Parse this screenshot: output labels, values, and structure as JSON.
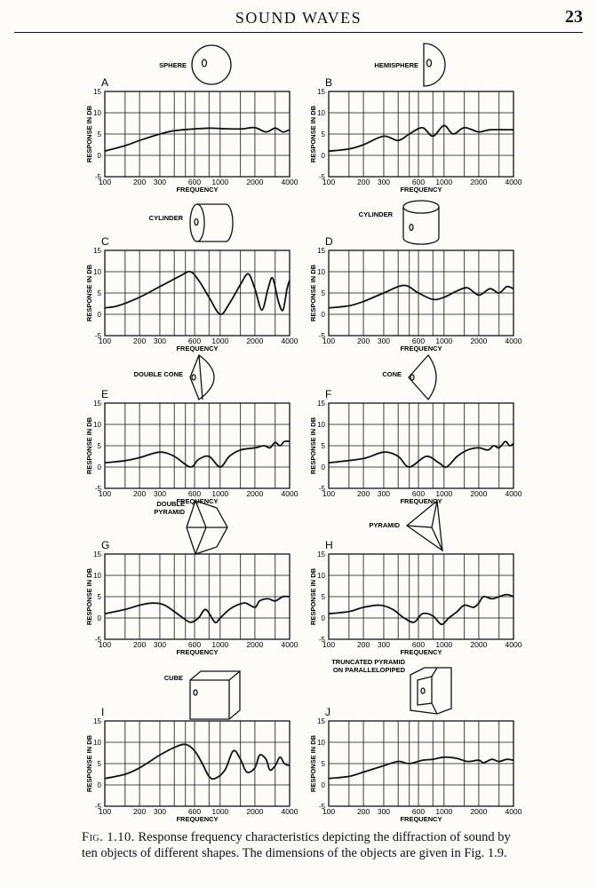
{
  "page": {
    "running_title": "SOUND WAVES",
    "page_number": "23"
  },
  "caption": {
    "label": "Fig. 1.10.",
    "text": "Response frequency characteristics depicting the diffraction of sound by ten objects of different shapes. The dimensions of the objects are given in Fig. 1.9."
  },
  "chart_data": [
    {
      "type": "line",
      "panel": "A",
      "object_label": "SPHERE",
      "shape": "sphere",
      "xlabel": "FREQUENCY",
      "ylabel": "RESPONSE IN DB",
      "x_scale": "log",
      "x_ticks": [
        "100",
        "200",
        "300",
        "600",
        "1000",
        "2000",
        "4000"
      ],
      "y_ticks": [
        "15",
        "10",
        "5",
        "0",
        "-5"
      ],
      "ylim": [
        -5,
        15
      ],
      "xlim": [
        100,
        4000
      ],
      "series": [
        {
          "values": [
            [
              100,
              1
            ],
            [
              150,
              2.3
            ],
            [
              200,
              3.5
            ],
            [
              300,
              5
            ],
            [
              400,
              5.8
            ],
            [
              600,
              6.2
            ],
            [
              800,
              6.4
            ],
            [
              1000,
              6.3
            ],
            [
              1500,
              6.2
            ],
            [
              2000,
              6.5
            ],
            [
              2500,
              5.5
            ],
            [
              3000,
              6.4
            ],
            [
              3500,
              5.5
            ],
            [
              4000,
              6
            ]
          ]
        }
      ]
    },
    {
      "type": "line",
      "panel": "B",
      "object_label": "HEMISPHERE",
      "shape": "hemisphere",
      "xlabel": "FREQUENCY",
      "ylabel": "RESPONSE IN DB",
      "x_scale": "log",
      "x_ticks": [
        "100",
        "200",
        "300",
        "600",
        "1000",
        "2000",
        "4000"
      ],
      "y_ticks": [
        "15",
        "10",
        "5",
        "0",
        "-5"
      ],
      "ylim": [
        -5,
        15
      ],
      "xlim": [
        100,
        4000
      ],
      "series": [
        {
          "values": [
            [
              100,
              1
            ],
            [
              150,
              1.5
            ],
            [
              200,
              2.5
            ],
            [
              300,
              4.5
            ],
            [
              400,
              3.5
            ],
            [
              500,
              5
            ],
            [
              650,
              6.5
            ],
            [
              800,
              4.5
            ],
            [
              1000,
              7
            ],
            [
              1200,
              5
            ],
            [
              1500,
              6.5
            ],
            [
              2000,
              5.5
            ],
            [
              2500,
              6
            ],
            [
              4000,
              6
            ]
          ]
        }
      ]
    },
    {
      "type": "line",
      "panel": "C",
      "object_label": "CYLINDER",
      "shape": "cylinder-side",
      "xlabel": "FREQUENCY",
      "ylabel": "RESPONSE IN DB",
      "x_scale": "log",
      "x_ticks": [
        "100",
        "200",
        "300",
        "600",
        "1000",
        "2000",
        "4000"
      ],
      "y_ticks": [
        "15",
        "10",
        "5",
        "0",
        "-5"
      ],
      "ylim": [
        -5,
        15
      ],
      "xlim": [
        100,
        4000
      ],
      "series": [
        {
          "values": [
            [
              100,
              1.5
            ],
            [
              130,
              2
            ],
            [
              200,
              4
            ],
            [
              300,
              6.5
            ],
            [
              450,
              9
            ],
            [
              550,
              10
            ],
            [
              650,
              8
            ],
            [
              800,
              4
            ],
            [
              1000,
              0
            ],
            [
              1200,
              2.5
            ],
            [
              1500,
              7
            ],
            [
              1750,
              9.5
            ],
            [
              2000,
              6
            ],
            [
              2300,
              1
            ],
            [
              2600,
              6
            ],
            [
              2850,
              8.5
            ],
            [
              3200,
              3
            ],
            [
              3500,
              1
            ],
            [
              3800,
              6
            ],
            [
              4000,
              8
            ]
          ]
        }
      ]
    },
    {
      "type": "line",
      "panel": "D",
      "object_label": "CYLINDER",
      "shape": "cylinder-upright",
      "xlabel": "FREQUENCY",
      "ylabel": "RESPONSE IN DB",
      "x_scale": "log",
      "x_ticks": [
        "100",
        "200",
        "300",
        "600",
        "1000",
        "2000",
        "4000"
      ],
      "y_ticks": [
        "15",
        "10",
        "5",
        "0",
        "-5"
      ],
      "ylim": [
        -5,
        15
      ],
      "xlim": [
        100,
        4000
      ],
      "series": [
        {
          "values": [
            [
              100,
              1.5
            ],
            [
              150,
              2
            ],
            [
              200,
              3
            ],
            [
              300,
              5
            ],
            [
              450,
              6.8
            ],
            [
              600,
              5
            ],
            [
              800,
              3.5
            ],
            [
              1000,
              4
            ],
            [
              1300,
              5.5
            ],
            [
              1600,
              6.2
            ],
            [
              2000,
              4.5
            ],
            [
              2500,
              6
            ],
            [
              3000,
              5
            ],
            [
              3500,
              6.5
            ],
            [
              4000,
              6
            ]
          ]
        }
      ]
    },
    {
      "type": "line",
      "panel": "E",
      "object_label": "DOUBLE CONE",
      "shape": "double-cone",
      "xlabel": "FREQUENCY",
      "ylabel": "RESPONSE IN DB",
      "x_scale": "log",
      "x_ticks": [
        "100",
        "200",
        "300",
        "600",
        "1000",
        "2000",
        "4000"
      ],
      "y_ticks": [
        "15",
        "10",
        "5",
        "0",
        "-5"
      ],
      "ylim": [
        -5,
        15
      ],
      "xlim": [
        100,
        4000
      ],
      "series": [
        {
          "values": [
            [
              100,
              1
            ],
            [
              150,
              1.5
            ],
            [
              200,
              2.2
            ],
            [
              300,
              3.5
            ],
            [
              400,
              2.5
            ],
            [
              550,
              0
            ],
            [
              650,
              1.8
            ],
            [
              800,
              2.5
            ],
            [
              1000,
              0
            ],
            [
              1200,
              2.5
            ],
            [
              1500,
              4
            ],
            [
              2000,
              4.5
            ],
            [
              2400,
              5
            ],
            [
              2700,
              4.5
            ],
            [
              3000,
              5.8
            ],
            [
              3300,
              5
            ],
            [
              3600,
              6
            ],
            [
              4000,
              6
            ]
          ]
        }
      ]
    },
    {
      "type": "line",
      "panel": "F",
      "object_label": "CONE",
      "shape": "cone",
      "xlabel": "FREQUENCY",
      "ylabel": "RESPONSE IN DB",
      "x_scale": "log",
      "x_ticks": [
        "100",
        "200",
        "300",
        "600",
        "1000",
        "2000",
        "4000"
      ],
      "y_ticks": [
        "15",
        "10",
        "5",
        "0",
        "-5"
      ],
      "ylim": [
        -5,
        15
      ],
      "xlim": [
        100,
        4000
      ],
      "series": [
        {
          "values": [
            [
              100,
              1
            ],
            [
              200,
              2
            ],
            [
              300,
              3.5
            ],
            [
              400,
              2.5
            ],
            [
              500,
              0
            ],
            [
              700,
              2.5
            ],
            [
              900,
              1
            ],
            [
              1050,
              0
            ],
            [
              1300,
              2.5
            ],
            [
              1600,
              4
            ],
            [
              2000,
              4.5
            ],
            [
              2400,
              4
            ],
            [
              2700,
              5
            ],
            [
              3000,
              4.5
            ],
            [
              3400,
              6
            ],
            [
              3700,
              5
            ],
            [
              4000,
              5.5
            ]
          ]
        }
      ]
    },
    {
      "type": "line",
      "panel": "G",
      "object_label": "DOUBLE PYRAMID",
      "shape": "double-pyramid",
      "xlabel": "FREQUENCY",
      "ylabel": "RESPONSE IN DB",
      "x_scale": "log",
      "x_ticks": [
        "100",
        "200",
        "300",
        "600",
        "1000",
        "2000",
        "4000"
      ],
      "y_ticks": [
        "15",
        "10",
        "5",
        "0",
        "-5"
      ],
      "ylim": [
        -5,
        15
      ],
      "xlim": [
        100,
        4000
      ],
      "series": [
        {
          "values": [
            [
              100,
              1
            ],
            [
              150,
              2
            ],
            [
              200,
              3
            ],
            [
              260,
              3.5
            ],
            [
              330,
              3
            ],
            [
              450,
              0.5
            ],
            [
              550,
              -1
            ],
            [
              650,
              0
            ],
            [
              750,
              2
            ],
            [
              900,
              -1
            ],
            [
              1000,
              0
            ],
            [
              1200,
              2
            ],
            [
              1400,
              3
            ],
            [
              1650,
              3.5
            ],
            [
              2000,
              2.5
            ],
            [
              2200,
              4
            ],
            [
              2600,
              4.5
            ],
            [
              3000,
              4
            ],
            [
              3500,
              5
            ],
            [
              4000,
              5
            ]
          ]
        }
      ]
    },
    {
      "type": "line",
      "panel": "H",
      "object_label": "PYRAMID",
      "shape": "pyramid",
      "xlabel": "FREQUENCY",
      "ylabel": "RESPONSE IN DB",
      "x_scale": "log",
      "x_ticks": [
        "100",
        "200",
        "300",
        "600",
        "1000",
        "2000",
        "4000"
      ],
      "y_ticks": [
        "15",
        "10",
        "5",
        "0",
        "-5"
      ],
      "ylim": [
        -5,
        15
      ],
      "xlim": [
        100,
        4000
      ],
      "series": [
        {
          "values": [
            [
              100,
              1
            ],
            [
              150,
              1.5
            ],
            [
              200,
              2.5
            ],
            [
              280,
              3
            ],
            [
              360,
              2
            ],
            [
              450,
              0
            ],
            [
              550,
              -1
            ],
            [
              650,
              1
            ],
            [
              800,
              0.5
            ],
            [
              950,
              -1.5
            ],
            [
              1100,
              0
            ],
            [
              1300,
              1.5
            ],
            [
              1500,
              3
            ],
            [
              1800,
              2.5
            ],
            [
              2000,
              3.5
            ],
            [
              2200,
              5
            ],
            [
              2600,
              4.5
            ],
            [
              3000,
              5
            ],
            [
              3500,
              5.5
            ],
            [
              4000,
              5
            ]
          ]
        }
      ]
    },
    {
      "type": "line",
      "panel": "I",
      "object_label": "CUBE",
      "shape": "cube",
      "xlabel": "FREQUENCY",
      "ylabel": "RESPONSE IN DB",
      "x_scale": "log",
      "x_ticks": [
        "100",
        "200",
        "300",
        "600",
        "1000",
        "2000",
        "4000"
      ],
      "y_ticks": [
        "15",
        "10",
        "5",
        "0",
        "-5"
      ],
      "ylim": [
        -5,
        15
      ],
      "xlim": [
        100,
        4000
      ],
      "series": [
        {
          "values": [
            [
              100,
              1.5
            ],
            [
              150,
              2.5
            ],
            [
              200,
              4
            ],
            [
              300,
              7
            ],
            [
              400,
              8.8
            ],
            [
              500,
              9.5
            ],
            [
              600,
              8
            ],
            [
              700,
              5
            ],
            [
              800,
              2
            ],
            [
              900,
              1.5
            ],
            [
              1100,
              3.5
            ],
            [
              1300,
              8
            ],
            [
              1500,
              6
            ],
            [
              1700,
              3
            ],
            [
              2000,
              4
            ],
            [
              2200,
              7
            ],
            [
              2500,
              6
            ],
            [
              2700,
              3.5
            ],
            [
              3000,
              4.5
            ],
            [
              3300,
              6.5
            ],
            [
              3600,
              5
            ],
            [
              4000,
              4.5
            ]
          ]
        }
      ]
    },
    {
      "type": "line",
      "panel": "J",
      "object_label": "TRUNCATED PYRAMID ON PARALLELOPIPED",
      "shape": "truncated-pyramid",
      "xlabel": "FREQUENCY",
      "ylabel": "RESPONSE IN DB",
      "x_scale": "log",
      "x_ticks": [
        "100",
        "200",
        "300",
        "600",
        "1000",
        "2000",
        "4000"
      ],
      "y_ticks": [
        "15",
        "10",
        "5",
        "0",
        "-5"
      ],
      "ylim": [
        -5,
        15
      ],
      "xlim": [
        100,
        4000
      ],
      "series": [
        {
          "values": [
            [
              100,
              1.5
            ],
            [
              150,
              2
            ],
            [
              200,
              3
            ],
            [
              300,
              4.5
            ],
            [
              400,
              5.5
            ],
            [
              500,
              5
            ],
            [
              650,
              5.8
            ],
            [
              800,
              6
            ],
            [
              1000,
              6.5
            ],
            [
              1300,
              6.2
            ],
            [
              1600,
              5.5
            ],
            [
              2000,
              5.8
            ],
            [
              2200,
              5.2
            ],
            [
              2600,
              6
            ],
            [
              3000,
              5.5
            ],
            [
              3500,
              6
            ],
            [
              4000,
              5.8
            ]
          ]
        }
      ]
    }
  ]
}
